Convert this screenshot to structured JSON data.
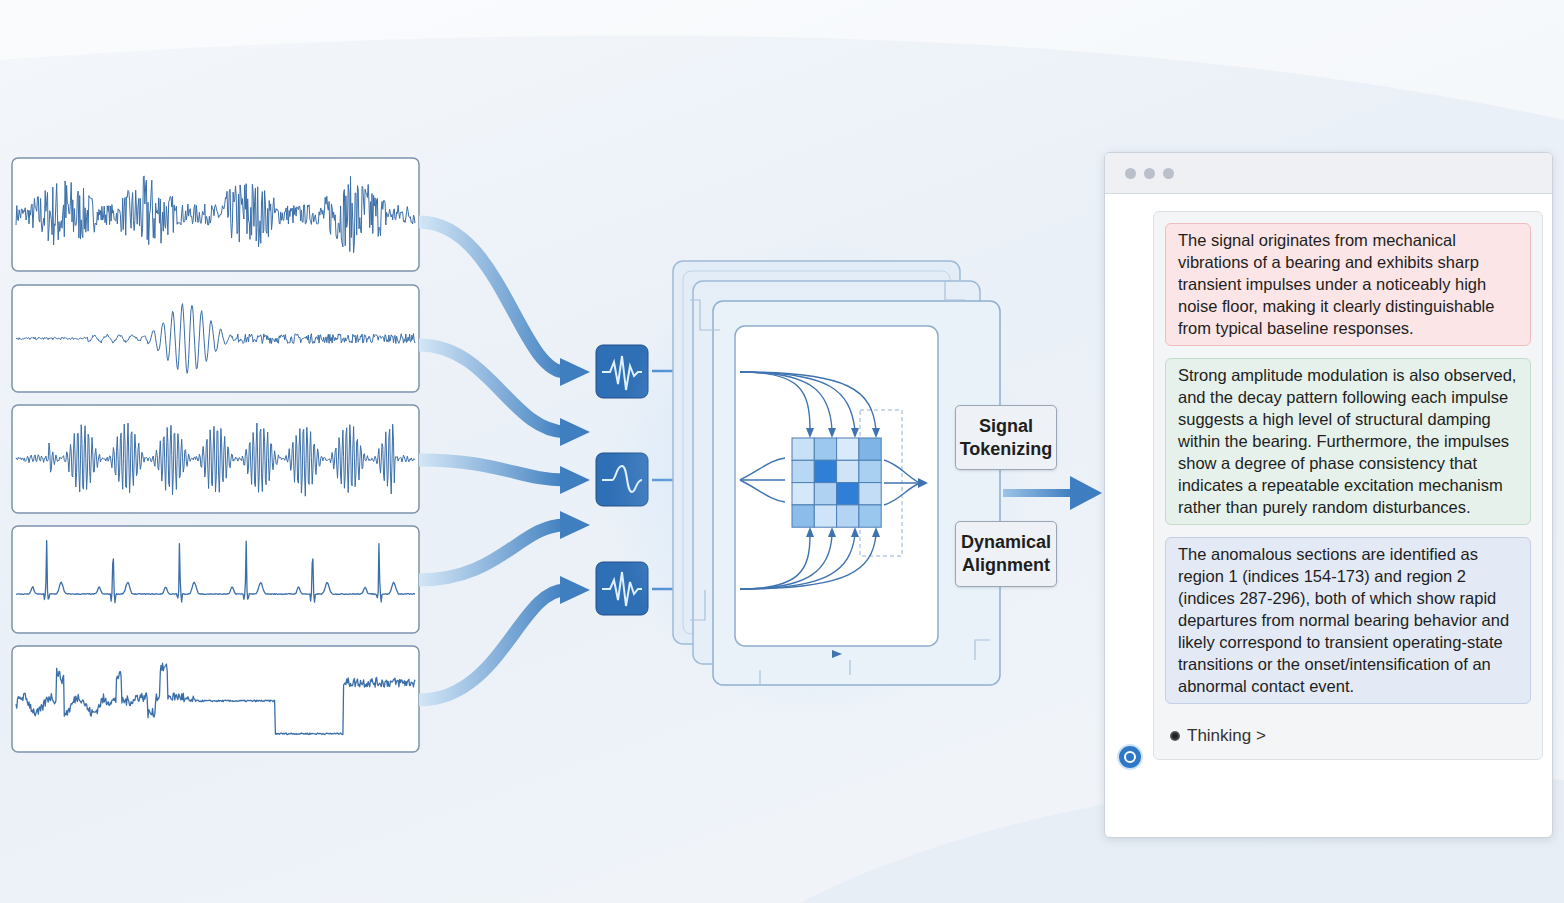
{
  "diagram": {
    "nodes": [
      {
        "text": [
          "Signal Tokenizing"
        ]
      },
      {
        "text": [
          "Dynamical Alignment"
        ]
      },
      {
        "text": [
          "Thinking >"
        ]
      },
      {
        "text": [
          "The signal originates from mechanical vibrations of a bearing and exhibits sharp transient impulses under a noticeably high noise floor, making it clearly distinguishable from typical baseline responses."
        ],
        "in": 2
      },
      {
        "text": [
          "Strong amplitude modulation is also observed, and the decay pattern following each impulse suggests a high level of structural damping within the bearing. Furthermore, the impulses show a degree of phase consistency that indicates a repeatable excitation mechanism rather than purely random disturbances."
        ],
        "in": 2
      },
      {
        "text": [
          "The anomalous sections are identified as region 1 (indices 154-173) and region 2 (indices 287-296), both of which show rapid departures from normal bearing behavior and likely correspond to transient operating-state transitions or the onset/intensification of an abnormal contact event."
        ],
        "in": 2
      }
    ]
  }
}
